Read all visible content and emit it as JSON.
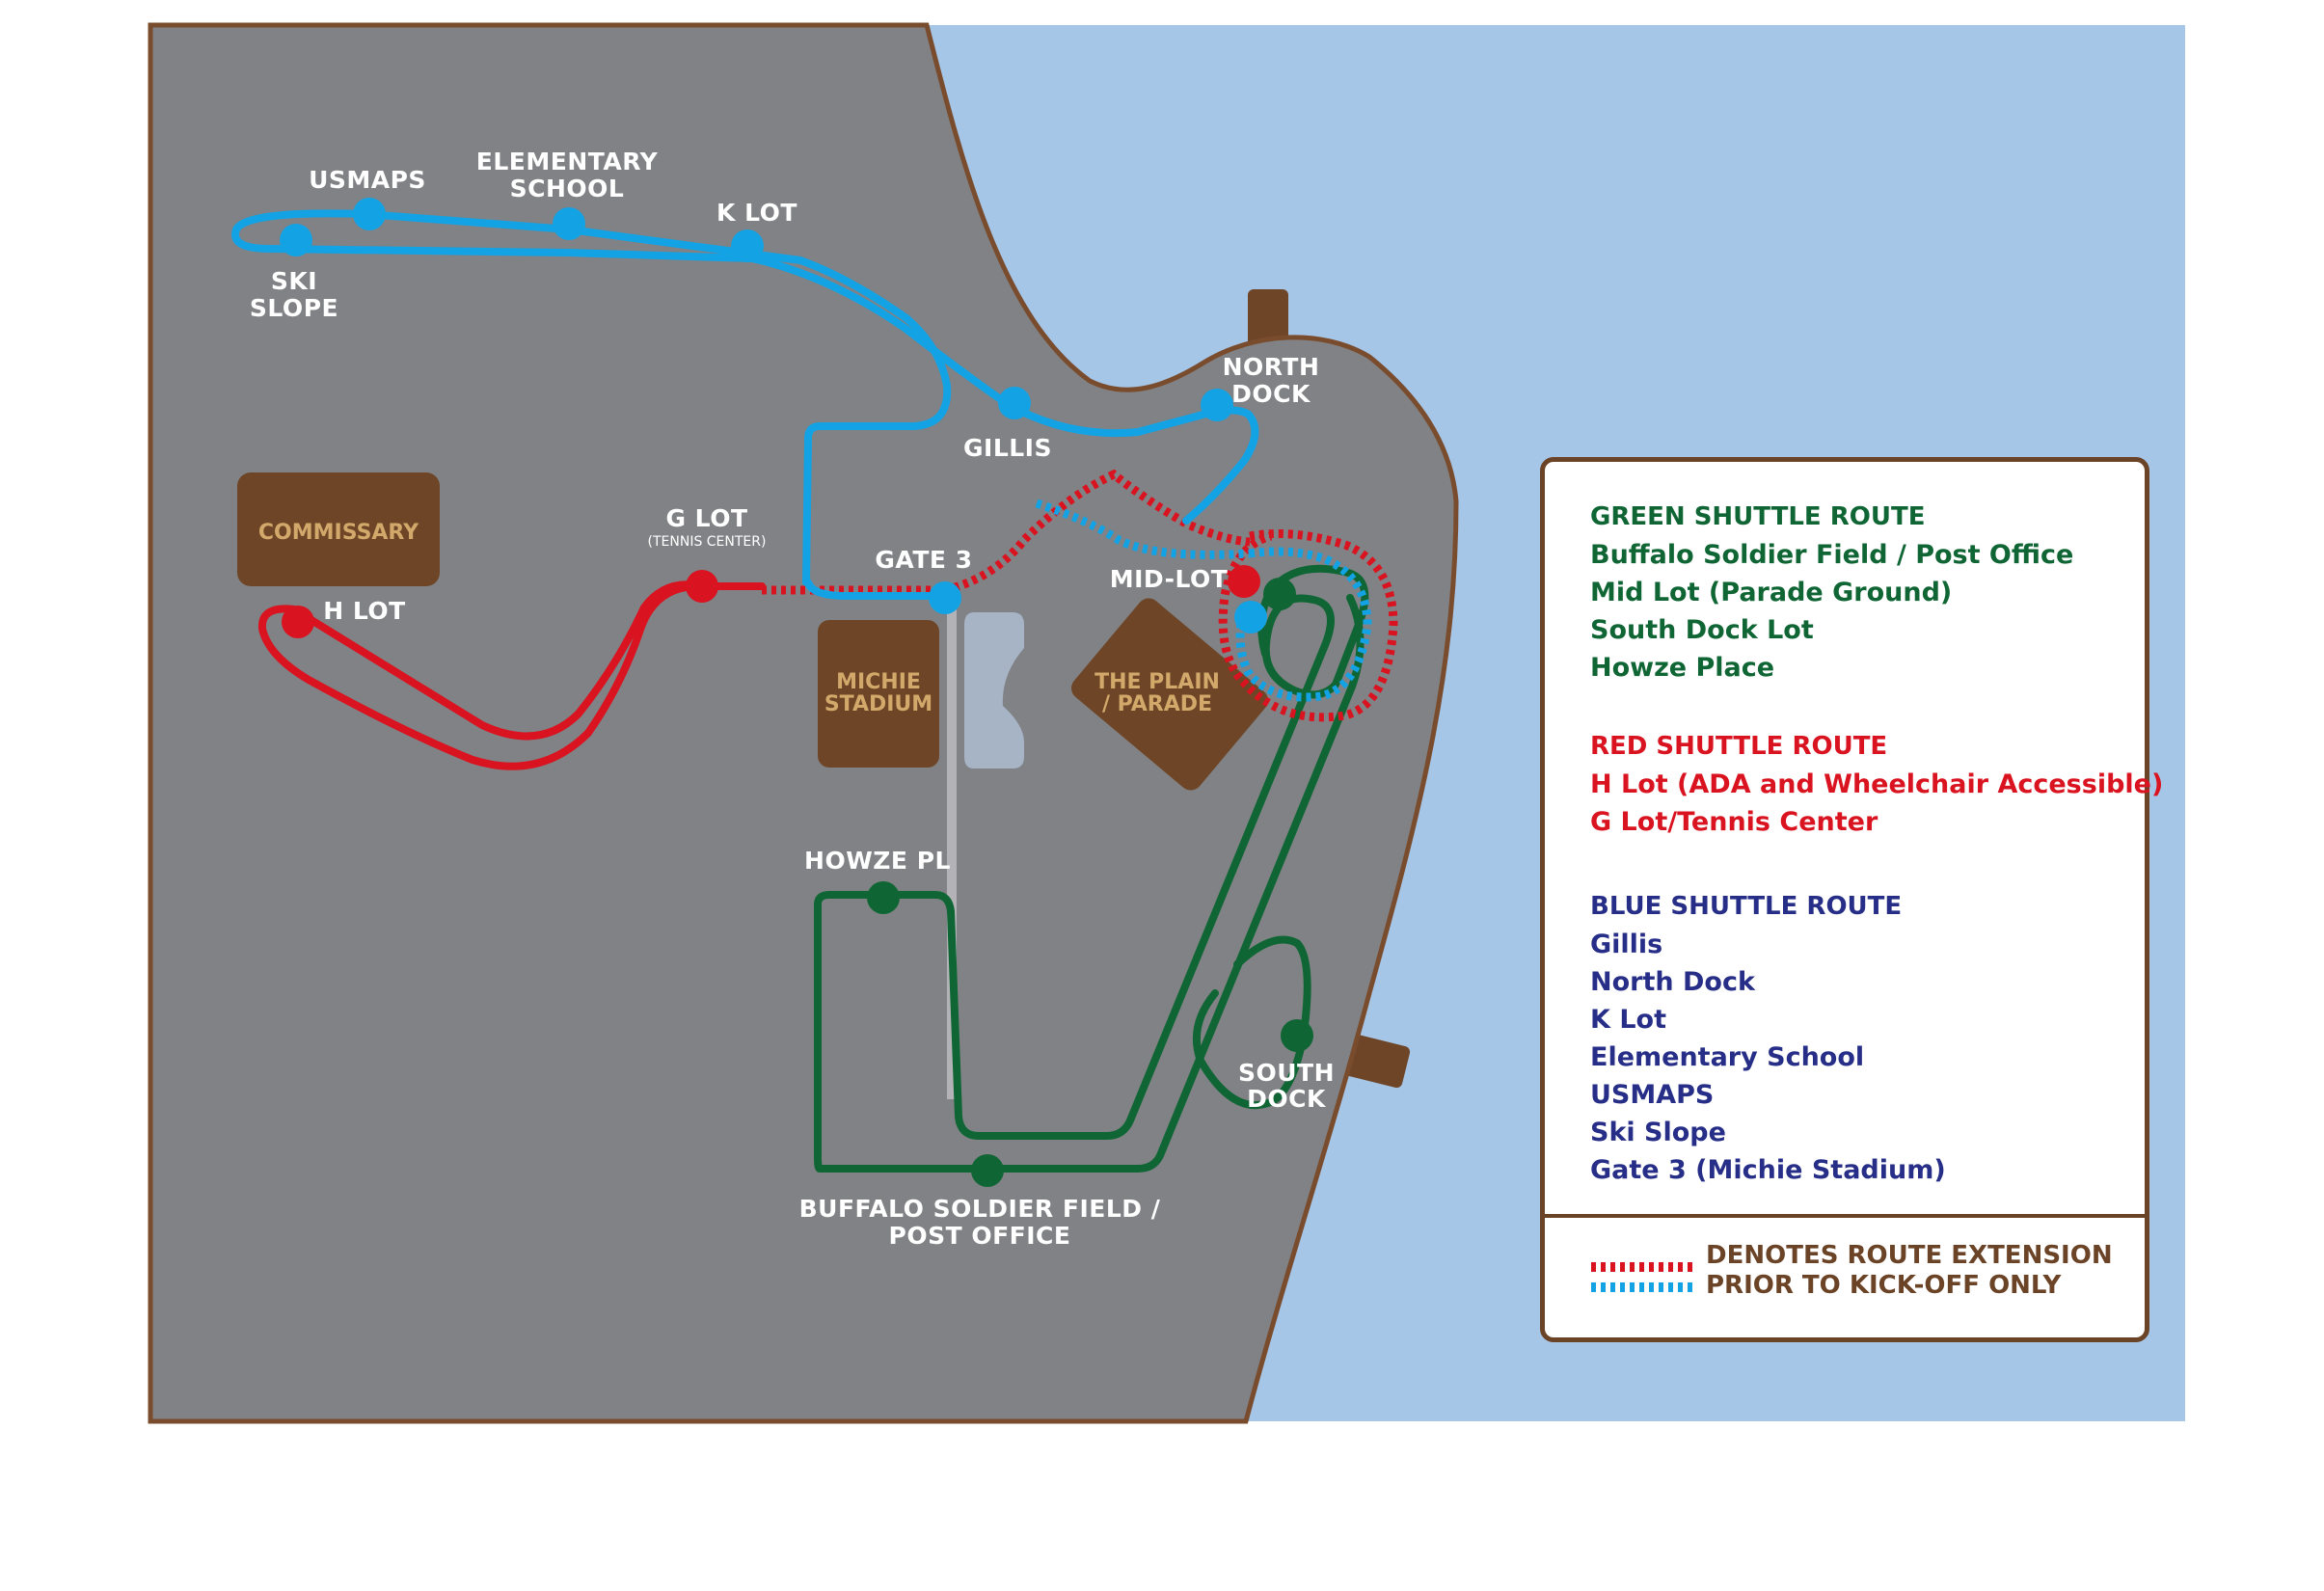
{
  "colors": {
    "land": "#818285",
    "water": "#a6c6e8",
    "shore": "#7a4c2e",
    "building": "#6e4627",
    "building_text": "#d2a96a",
    "green_route": "#0f6634",
    "red_route": "#d9131f",
    "blue_route": "#13a2e4",
    "legend_border": "#6b4326",
    "legend_note": "#6b4326",
    "blue_text": "#262e88"
  },
  "map": {
    "buildings": {
      "commissary": "COMMISSARY",
      "michie_stadium": [
        "MICHIE",
        "STADIUM"
      ],
      "the_plain": [
        "THE PLAIN",
        "/ PARADE"
      ]
    },
    "stops": {
      "usmaps": "USMAPS",
      "elementary_school": [
        "ELEMENTARY",
        "SCHOOL"
      ],
      "k_lot": "K LOT",
      "ski_slope": [
        "SKI",
        "SLOPE"
      ],
      "gillis": "GILLIS",
      "north_dock": [
        "NORTH",
        "DOCK"
      ],
      "g_lot": "G LOT",
      "g_lot_sub": "(TENNIS CENTER)",
      "h_lot": "H LOT",
      "gate_3": "GATE 3",
      "mid_lot": "MID-LOT",
      "howze_pl": "HOWZE PL",
      "south_dock": [
        "SOUTH",
        "DOCK"
      ],
      "buffalo_soldier": [
        "BUFFALO SOLDIER FIELD /",
        "POST OFFICE"
      ]
    }
  },
  "legend": {
    "green": {
      "title": "GREEN SHUTTLE ROUTE",
      "items": [
        "Buffalo Soldier Field / Post Office",
        "Mid Lot (Parade Ground)",
        "South Dock Lot",
        "Howze Place"
      ]
    },
    "red": {
      "title": "RED SHUTTLE ROUTE",
      "items": [
        "H Lot (ADA and Wheelchair Accessible)",
        "G Lot/Tennis Center"
      ]
    },
    "blue": {
      "title": "BLUE SHUTTLE ROUTE",
      "items": [
        "Gillis",
        "North Dock",
        "K Lot",
        "Elementary School",
        "USMAPS",
        "Ski Slope",
        "Gate 3 (Michie Stadium)"
      ]
    },
    "note": [
      "DENOTES ROUTE EXTENSION",
      "PRIOR TO KICK-OFF ONLY"
    ]
  }
}
